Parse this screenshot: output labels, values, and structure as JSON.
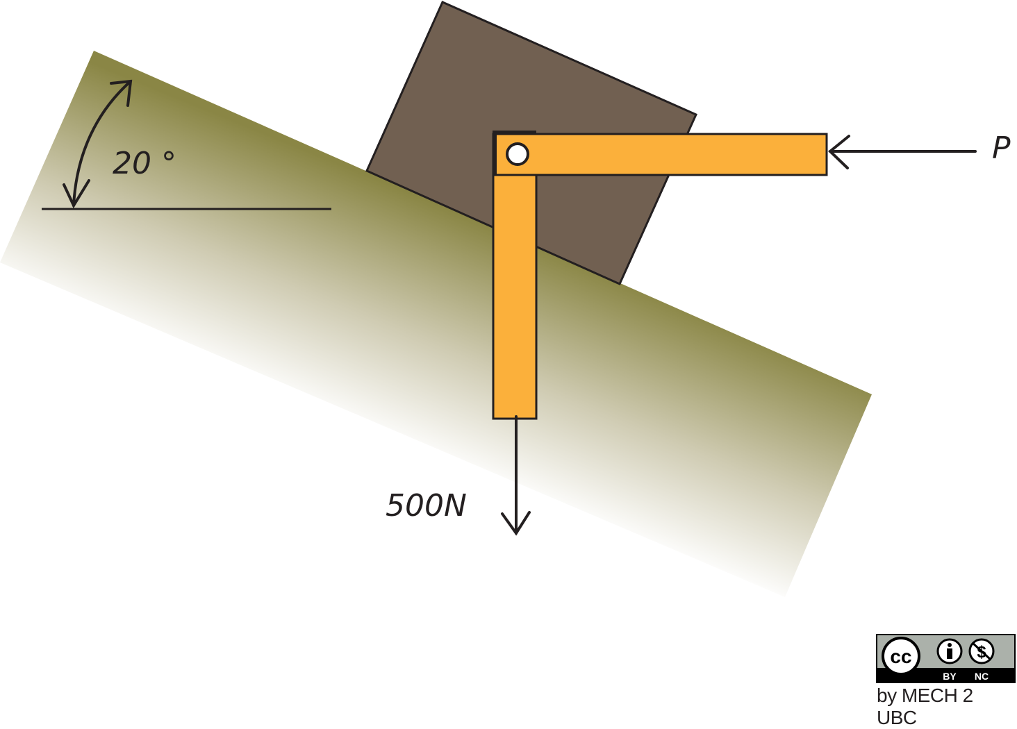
{
  "diagram": {
    "angle_label": "20 °",
    "force_p_label": "P",
    "weight_label": "500N",
    "colors": {
      "incline_top": "#8a8645",
      "block": "#716051",
      "bar": "#fbb03b",
      "stroke": "#231f20"
    }
  },
  "license": {
    "badge_cc": "cc",
    "badge_by": "BY",
    "badge_nc": "NC",
    "credit": "by MECH 2 UBC"
  }
}
